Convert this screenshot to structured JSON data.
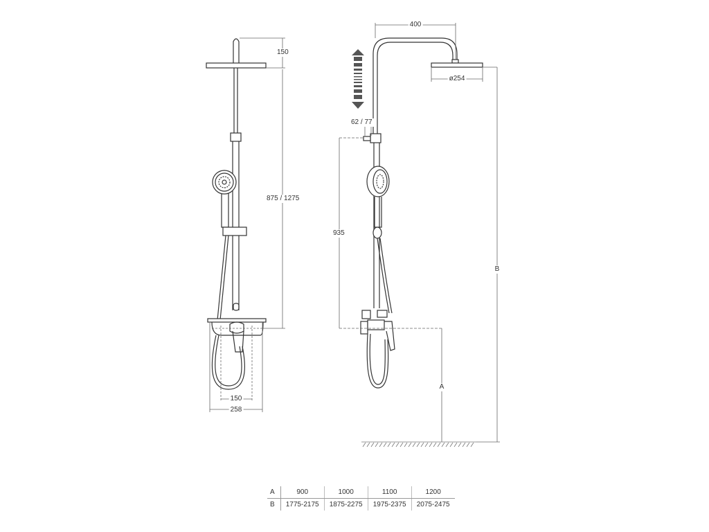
{
  "left_view": {
    "dimensions": {
      "top_height": "150",
      "rail_height": "875 / 1275",
      "mixer_inner_width": "150",
      "mixer_outer_width": "258"
    }
  },
  "right_view": {
    "dimensions": {
      "arm_length": "400",
      "head_diameter": "ø254",
      "hand_holder_offset": "62 / 77",
      "rail_to_mixer": "935",
      "mixer_height": "A",
      "head_height": "B"
    },
    "icons": [
      "adjustable-height-arrow-icon"
    ]
  },
  "dimension_table": {
    "row_a": {
      "label": "A",
      "values": [
        "900",
        "1000",
        "1100",
        "1200"
      ]
    },
    "row_b": {
      "label": "B",
      "values": [
        "1775-2175",
        "1875-2275",
        "1975-2375",
        "2075-2475"
      ]
    }
  },
  "colors": {
    "line": "#333333",
    "dimension_line": "#555555",
    "arrow": "#444444"
  }
}
